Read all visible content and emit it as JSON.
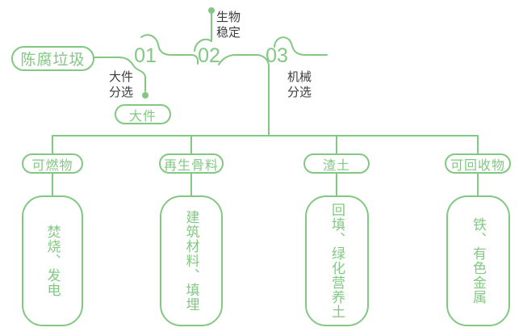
{
  "colors": {
    "green": "#82c882",
    "label_dark": "#3d3d3d",
    "background": "#ffffff"
  },
  "flow": {
    "source": "陈腐垃圾",
    "steps": [
      {
        "number": "01",
        "label": "大件\n分选"
      },
      {
        "number": "02",
        "label": "生物\n稳定"
      },
      {
        "number": "03",
        "label": "机械\n分选"
      }
    ],
    "bulky_output": "大件"
  },
  "outputs": [
    {
      "category": "可燃物",
      "use": "焚烧、发电"
    },
    {
      "category": "再生骨料",
      "use": "建筑材料、填埋"
    },
    {
      "category": "渣土",
      "use": "回填、绿化营养土"
    },
    {
      "category": "可回收物",
      "use": "铁、有色金属"
    }
  ]
}
